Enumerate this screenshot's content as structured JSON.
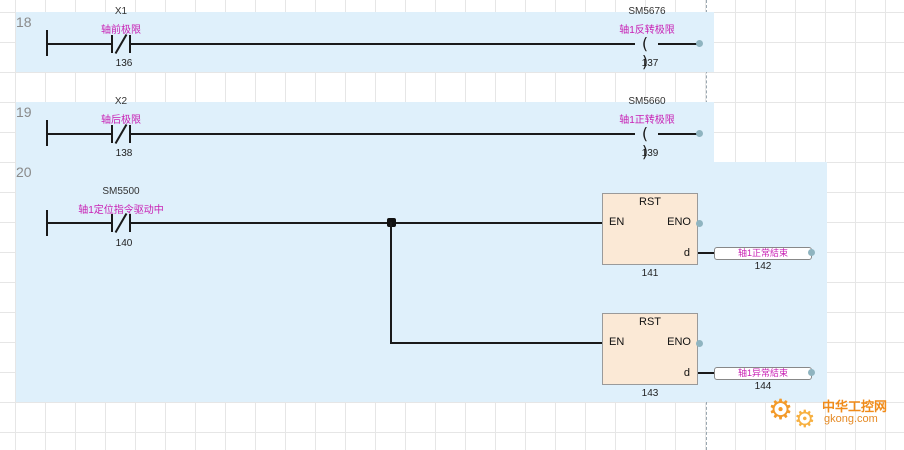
{
  "rungs": [
    {
      "number": "18",
      "contact": {
        "device": "X1",
        "comment": "轴前极限",
        "step": "136"
      },
      "coil": {
        "device": "SM5676",
        "comment": "轴1反转极限",
        "step": "137",
        "symbol": "( )"
      }
    },
    {
      "number": "19",
      "contact": {
        "device": "X2",
        "comment": "轴后极限",
        "step": "138"
      },
      "coil": {
        "device": "SM5660",
        "comment": "轴1正转极限",
        "step": "139",
        "symbol": "( )"
      }
    },
    {
      "number": "20",
      "contact": {
        "device": "SM5500",
        "comment": "轴1定位指令驱动中",
        "step": "140"
      },
      "blocks": [
        {
          "title": "RST",
          "en": "EN",
          "eno": "ENO",
          "d": "d",
          "step": "141",
          "operand": "轴1正常結束",
          "operand_step": "142"
        },
        {
          "title": "RST",
          "en": "EN",
          "eno": "ENO",
          "d": "d",
          "step": "143",
          "operand": "轴1异常結束",
          "operand_step": "144"
        }
      ]
    }
  ],
  "watermark": {
    "brand": "中华工控网",
    "site": "gkong.com",
    "icon": "gear-icon"
  },
  "colors": {
    "rung_bg": "#dff0fb",
    "comment": "#c81fb4",
    "block_fill": "#fbe9d6",
    "grid": "#e6e6e6"
  }
}
